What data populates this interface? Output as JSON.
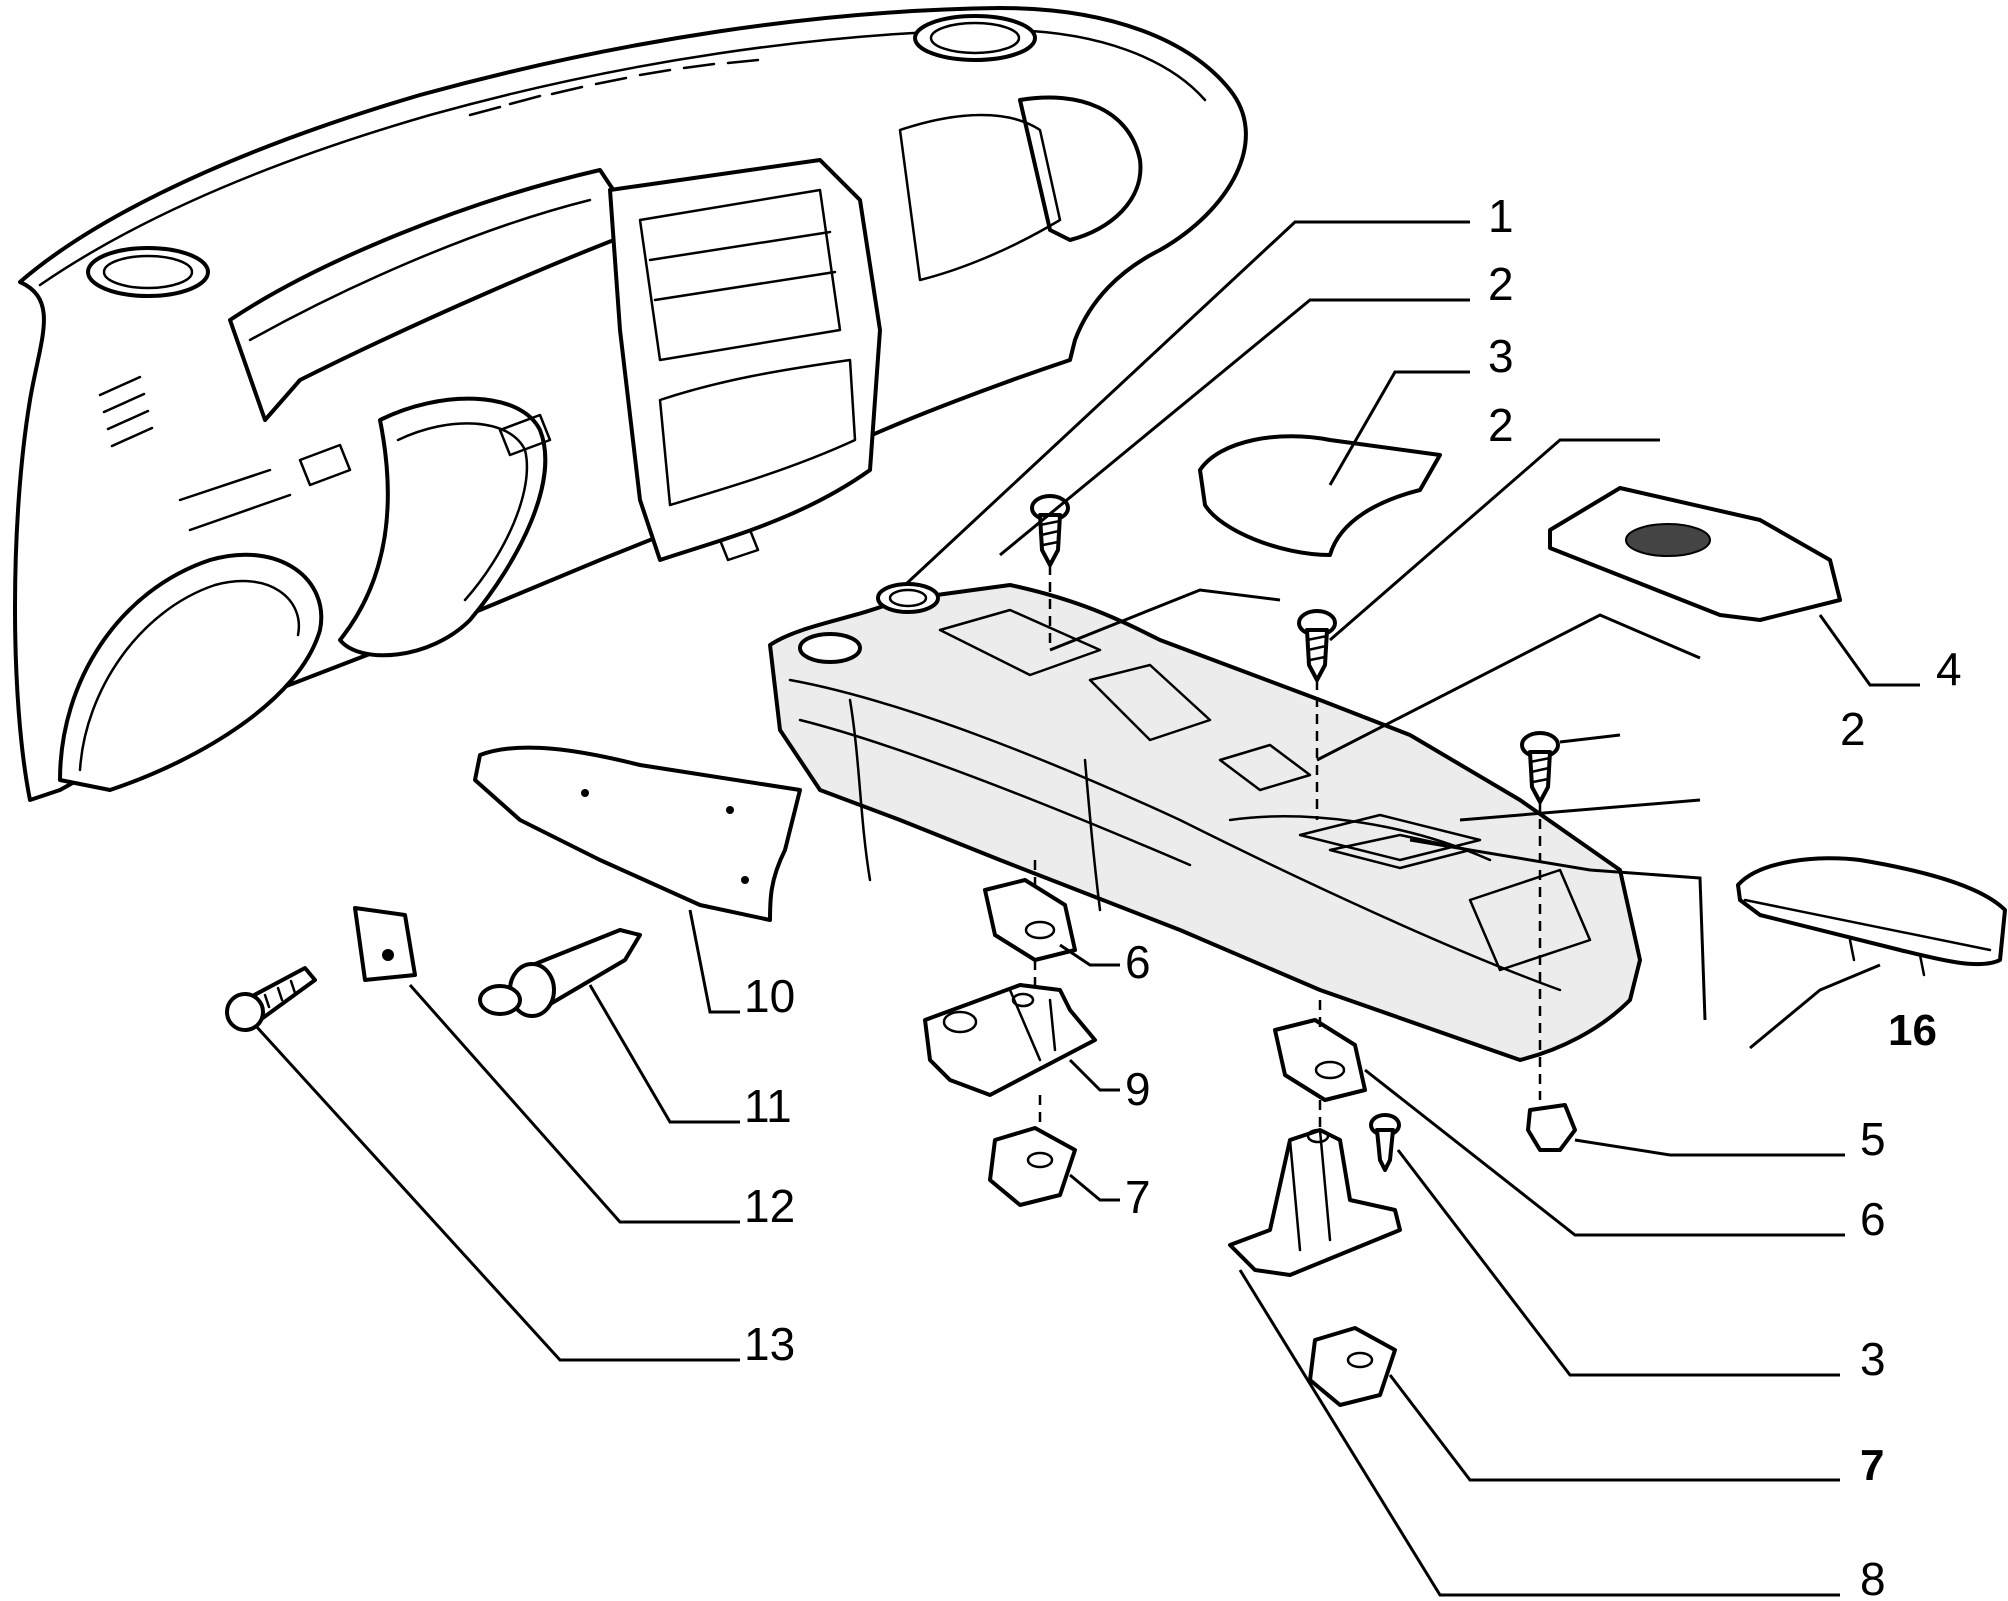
{
  "diagram": {
    "type": "exploded-parts-diagram",
    "callouts": [
      {
        "id": "c1",
        "text": "1"
      },
      {
        "id": "c2a",
        "text": "2"
      },
      {
        "id": "c3a",
        "text": "3"
      },
      {
        "id": "c2b",
        "text": "2"
      },
      {
        "id": "c4",
        "text": "4"
      },
      {
        "id": "c2c",
        "text": "2"
      },
      {
        "id": "c16",
        "text": "16"
      },
      {
        "id": "c5",
        "text": "5"
      },
      {
        "id": "c6b",
        "text": "6"
      },
      {
        "id": "c3b",
        "text": "3"
      },
      {
        "id": "c7b",
        "text": "7"
      },
      {
        "id": "c8",
        "text": "8"
      },
      {
        "id": "c6a",
        "text": "6"
      },
      {
        "id": "c9",
        "text": "9"
      },
      {
        "id": "c7a",
        "text": "7"
      },
      {
        "id": "c10",
        "text": "10"
      },
      {
        "id": "c11",
        "text": "11"
      },
      {
        "id": "c12",
        "text": "12"
      },
      {
        "id": "c13",
        "text": "13"
      }
    ]
  }
}
